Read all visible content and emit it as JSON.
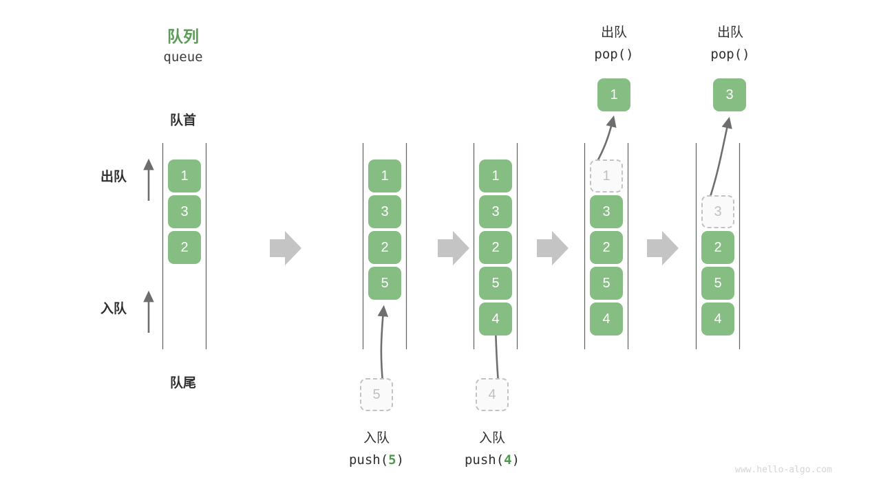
{
  "header": {
    "title_cn": "队列",
    "title_en": "queue",
    "front_label": "队首",
    "rear_label": "队尾"
  },
  "side_labels": {
    "dequeue": "出队",
    "enqueue": "入队"
  },
  "colors": {
    "accent_green": "#5a9b55",
    "cell_green": "#85bd83",
    "ghost_border": "#c2c2c2",
    "ghost_text": "#c0c0c0",
    "rail": "#5f5f5f",
    "arrow_gray": "#6e6e6e",
    "step_arrow": "#c4c4c4",
    "text": "#2f2f2f",
    "watermark": "#d4d4d4"
  },
  "watermark": "www.hello-algo.com",
  "steps": [
    {
      "id": "initial",
      "cells": [
        "1",
        "3",
        "2"
      ],
      "ghost_index": -1,
      "op_cn": "",
      "op_code": "",
      "incoming": null,
      "popped": null
    },
    {
      "id": "push-5",
      "cells": [
        "1",
        "3",
        "2",
        "5"
      ],
      "ghost_index": -1,
      "op_cn": "入队",
      "op_code_prefix": "push(",
      "op_code_value": "5",
      "op_code_suffix": ")",
      "incoming": "5",
      "popped": null
    },
    {
      "id": "push-4",
      "cells": [
        "1",
        "3",
        "2",
        "5",
        "4"
      ],
      "ghost_index": -1,
      "op_cn": "入队",
      "op_code_prefix": "push(",
      "op_code_value": "4",
      "op_code_suffix": ")",
      "incoming": "4",
      "popped": null
    },
    {
      "id": "pop-1",
      "cells": [
        "1",
        "3",
        "2",
        "5",
        "4"
      ],
      "ghost_index": 0,
      "op_cn": "出队",
      "op_code_prefix": "pop(",
      "op_code_value": "",
      "op_code_suffix": ")",
      "incoming": null,
      "popped": "1"
    },
    {
      "id": "pop-3",
      "cells": [
        "",
        "3",
        "2",
        "5",
        "4"
      ],
      "ghost_index": 1,
      "op_cn": "出队",
      "op_code_prefix": "pop(",
      "op_code_value": "",
      "op_code_suffix": ")",
      "incoming": null,
      "popped": "3"
    }
  ],
  "cell_values": {
    "s0": [
      "1",
      "3",
      "2"
    ],
    "s1": [
      "1",
      "3",
      "2",
      "5"
    ],
    "s2": [
      "1",
      "3",
      "2",
      "5",
      "4"
    ],
    "s3": [
      "1",
      "3",
      "2",
      "5",
      "4"
    ],
    "s4": [
      "3",
      "2",
      "5",
      "4"
    ]
  }
}
